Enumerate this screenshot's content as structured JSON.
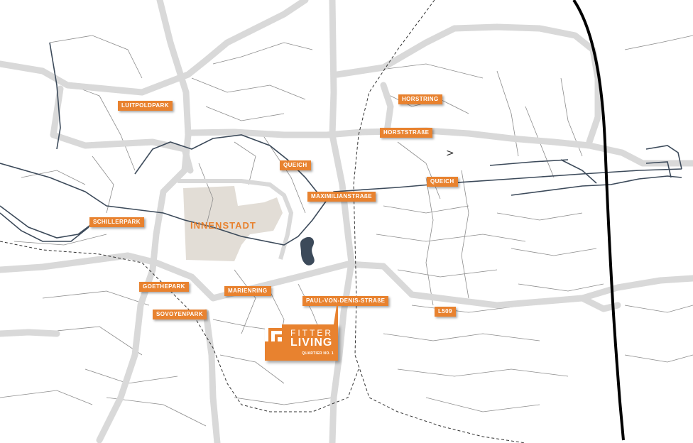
{
  "map": {
    "district": "INNENSTADT",
    "labels": {
      "luitpoldpark": "LUITPOLDPARK",
      "horstring": "HORSTRING",
      "horststrasse": "HORSTSTRAßE",
      "queich_north": "QUEICH",
      "queich_east": "QUEICH",
      "maximilianstrasse": "MAXIMILIANSTRAßE",
      "schillerpark": "SCHILLERPARK",
      "goethepark": "GOETHEPARK",
      "marienring": "MARIENRING",
      "paul_von_denis": "PAUL-VON-DENIS-STRAßE",
      "sovoyenpark": "SOVOYENPARK",
      "l509": "L509"
    },
    "icons": {
      "direction_marker": "chevron-right-icon"
    },
    "colors": {
      "accent": "#e8822f",
      "major_road": "#d9d9d9",
      "minor_road": "#8c8c8c",
      "river": "#3c4a5a",
      "old_town": "#e2ddd6",
      "railway": "#000000"
    }
  },
  "brand": {
    "fitter": "FITTER",
    "living": "LIVING",
    "quartier": "QUARTIER NO. 1"
  }
}
